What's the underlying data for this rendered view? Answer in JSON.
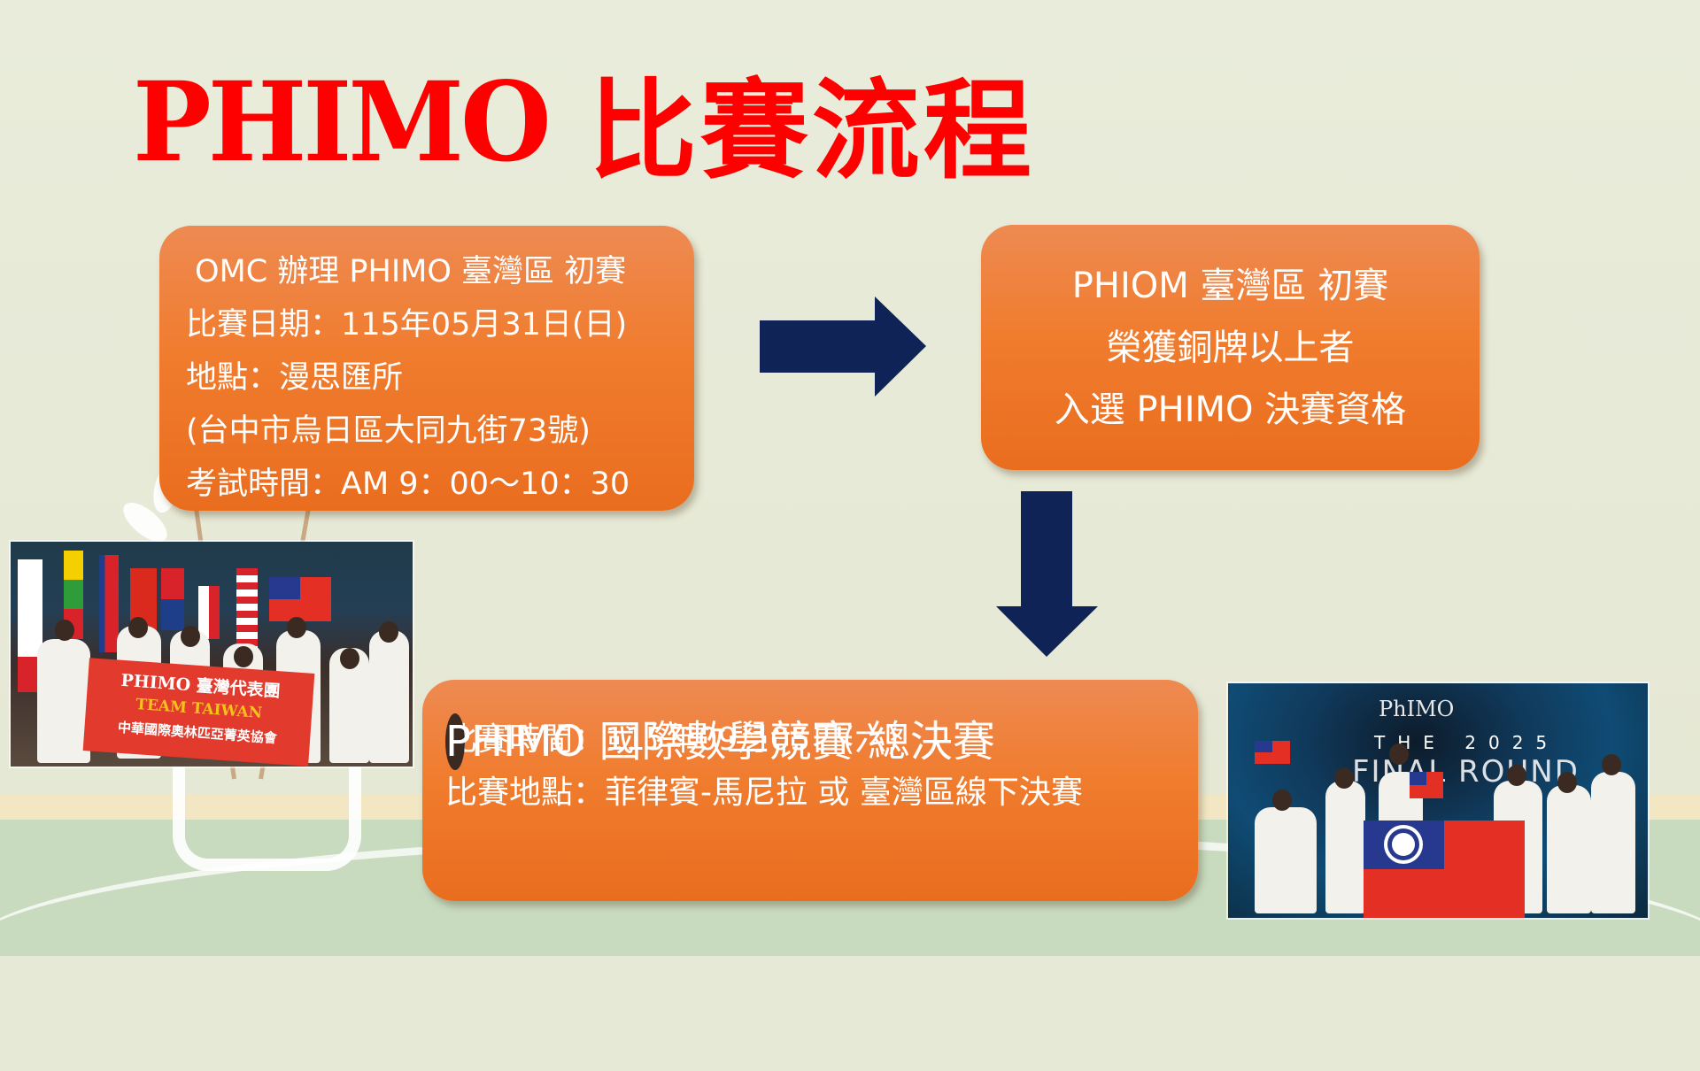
{
  "slide": {
    "title_latin": "PHIMO",
    "title_cjk": "比賽流程",
    "colors": {
      "title": "#ff0000",
      "box_top": "#ee8a52",
      "box_mid": "#f07c2e",
      "box_bottom": "#ea6d1e",
      "arrow": "#0f2357",
      "background": "#e6e9d6",
      "ground": "#c8dbbf"
    }
  },
  "step1": {
    "lines": [
      "OMC 辦理 PHIMO 臺灣區 初賽",
      "比賽日期：115年05月31日(日)",
      "地點：漫思匯所",
      "(台中市烏日區大同九街73號)",
      "考試時間：AM 9：00～10：30"
    ]
  },
  "step2": {
    "lines": [
      "PHIOM 臺灣區 初賽",
      "榮獲銅牌以上者",
      "入選 PHIMO 決賽資格"
    ]
  },
  "step3": {
    "lines": [
      "PHIMO 國際數學競賽 總決賽",
      "比賽時間：115年09月05日(六)",
      "比賽地點：菲律賓-馬尼拉 或 臺灣區線下決賽"
    ]
  },
  "arrows": {
    "right": "arrow-right-icon",
    "down": "arrow-down-icon"
  },
  "photos": {
    "team_photo": {
      "banner_line1": "PHIMO 臺灣代表團",
      "banner_line2": "TEAM TAIWAN",
      "banner_line3": "中華國際奧林匹亞菁英協會"
    },
    "final_round_photo": {
      "stage_logo": "PhIMO",
      "stage_line1": "THE 2025",
      "stage_line2": "FINAL ROUND"
    }
  }
}
